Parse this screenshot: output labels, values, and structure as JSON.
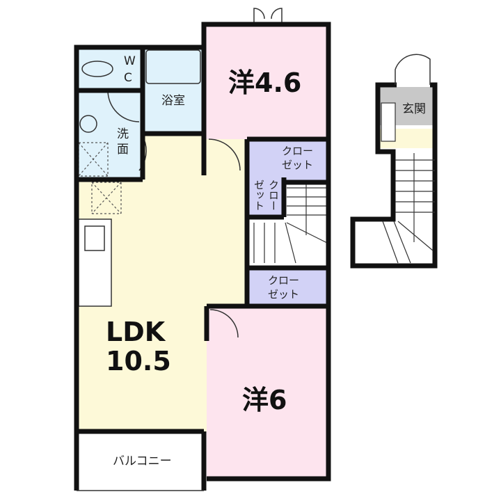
{
  "rooms": {
    "wc": {
      "line1": "W",
      "line2": "C"
    },
    "bath": "浴室",
    "washroom": {
      "line1": "洗",
      "line2": "面"
    },
    "western_room_1": "洋4.6",
    "closet_top": {
      "line1": "クロー",
      "line2": "ゼット"
    },
    "closet_small": {
      "col1": "クロー",
      "col2": "ゼット"
    },
    "closet_bottom": {
      "line1": "クロー",
      "line2": "ゼット"
    },
    "ldk": {
      "line1": "LDK",
      "line2": "10.5"
    },
    "western_room_2": "洋6",
    "balcony": "バルコニー",
    "entrance": "玄関"
  },
  "colors": {
    "wet_area": "#dff2fb",
    "ldk": "#fdf9d8",
    "bedroom": "#fde4ee",
    "closet": "#d2d2f6",
    "entrance": "#c8c8c8",
    "wall": "#111111"
  }
}
